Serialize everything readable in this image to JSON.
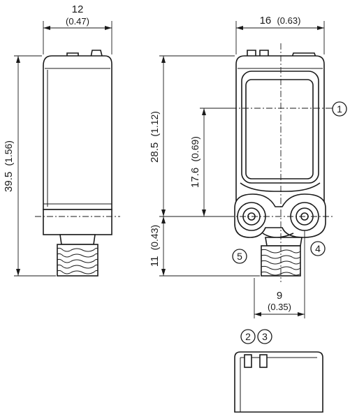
{
  "dimensions": {
    "side_width": {
      "mm": "12",
      "inch": "(0.47)"
    },
    "front_width": {
      "mm": "16",
      "inch": "(0.63)"
    },
    "total_height": {
      "mm": "39.5",
      "inch": "(1.56)"
    },
    "housing_height": {
      "mm": "28.5",
      "inch": "(1.12)"
    },
    "optical_axis": {
      "mm": "17.6",
      "inch": "(0.69)"
    },
    "connector_height": {
      "mm": "11",
      "inch": "(0.43)"
    },
    "connector_offset": {
      "mm": "9",
      "inch": "(0.35)"
    }
  },
  "callouts": {
    "c1": "1",
    "c2": "2",
    "c3": "3",
    "c4": "4",
    "c5": "5"
  }
}
